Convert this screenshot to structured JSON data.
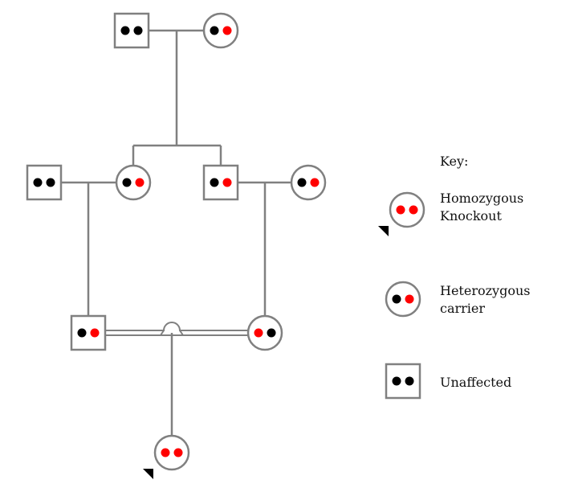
{
  "colors": {
    "line": "#808080",
    "symbol_fill": "#ffffff",
    "allele_normal": "#000000",
    "allele_knockout": "#ff0000",
    "proband_arrow": "#000000"
  },
  "individuals": [
    {
      "id": "gen1-father",
      "sex": "male",
      "alleles": [
        "normal",
        "normal"
      ],
      "generation": 1
    },
    {
      "id": "gen1-mother",
      "sex": "female",
      "alleles": [
        "normal",
        "knockout"
      ],
      "generation": 1
    },
    {
      "id": "gen2-left-spouse",
      "sex": "male",
      "alleles": [
        "normal",
        "normal"
      ],
      "generation": 2
    },
    {
      "id": "gen2-daughter",
      "sex": "female",
      "alleles": [
        "normal",
        "knockout"
      ],
      "generation": 2
    },
    {
      "id": "gen2-son",
      "sex": "male",
      "alleles": [
        "normal",
        "knockout"
      ],
      "generation": 2
    },
    {
      "id": "gen2-right-spouse",
      "sex": "female",
      "alleles": [
        "normal",
        "knockout"
      ],
      "generation": 2
    },
    {
      "id": "gen3-male-cousin",
      "sex": "male",
      "alleles": [
        "normal",
        "knockout"
      ],
      "generation": 3
    },
    {
      "id": "gen3-female-cousin",
      "sex": "female",
      "alleles": [
        "knockout",
        "normal"
      ],
      "generation": 3
    },
    {
      "id": "gen4-proband",
      "sex": "female",
      "alleles": [
        "knockout",
        "knockout"
      ],
      "generation": 4,
      "proband": true
    }
  ],
  "relationships": [
    {
      "type": "mating",
      "partners": [
        "gen1-father",
        "gen1-mother"
      ],
      "children": [
        "gen2-daughter",
        "gen2-son"
      ]
    },
    {
      "type": "mating",
      "partners": [
        "gen2-left-spouse",
        "gen2-daughter"
      ],
      "children": [
        "gen3-male-cousin"
      ]
    },
    {
      "type": "mating",
      "partners": [
        "gen2-son",
        "gen2-right-spouse"
      ],
      "children": [
        "gen3-female-cousin"
      ]
    },
    {
      "type": "consanguineous",
      "partners": [
        "gen3-male-cousin",
        "gen3-female-cousin"
      ],
      "children": [
        "gen4-proband"
      ]
    }
  ],
  "key": {
    "title": "Key:",
    "items": [
      {
        "label_lines": [
          "Homozygous",
          "Knockout"
        ],
        "sex": "female",
        "alleles": [
          "knockout",
          "knockout"
        ],
        "proband": true
      },
      {
        "label_lines": [
          "Heterozygous",
          "carrier"
        ],
        "sex": "female",
        "alleles": [
          "normal",
          "knockout"
        ]
      },
      {
        "label_lines": [
          "Unaffected"
        ],
        "sex": "male",
        "alleles": [
          "normal",
          "normal"
        ]
      }
    ]
  }
}
